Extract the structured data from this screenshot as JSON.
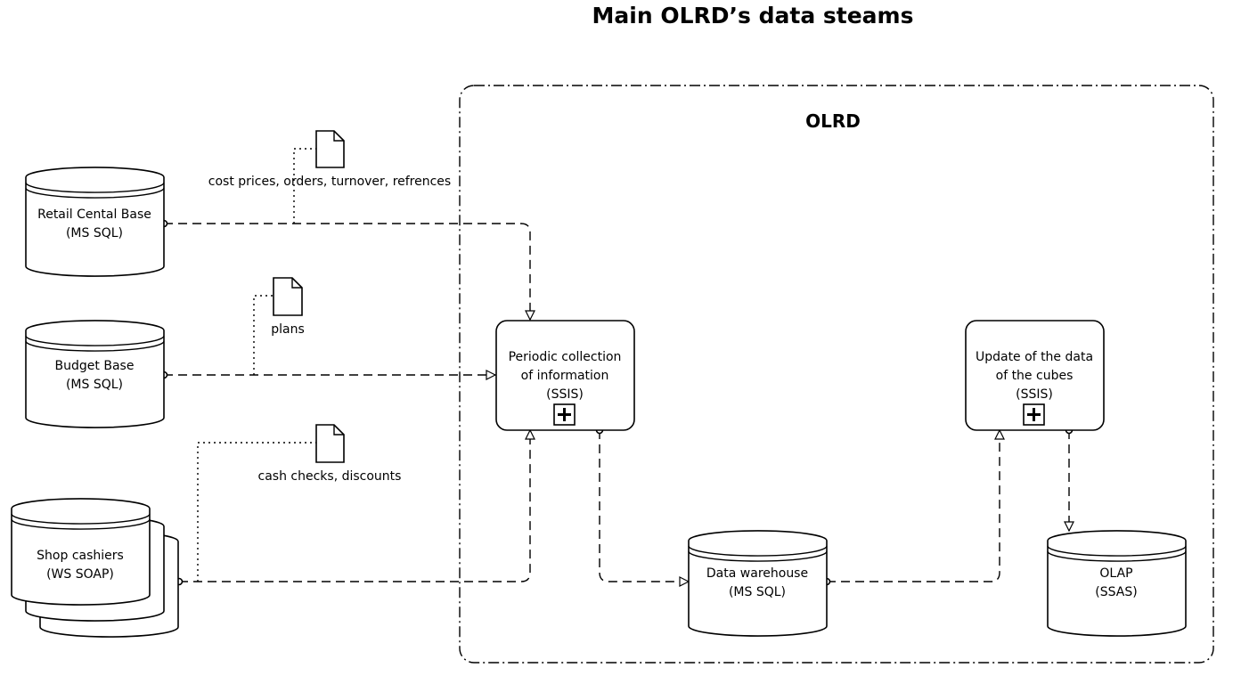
{
  "title": "Main OLRD’s data steams",
  "group": {
    "label": "OLRD"
  },
  "databases": {
    "retail": {
      "line1": "Retail Cental Base",
      "line2": "(MS SQL)"
    },
    "budget": {
      "line1": "Budget Base",
      "line2": "(MS SQL)"
    },
    "cashiers": {
      "line1": "Shop cashiers",
      "line2": "(WS SOAP)"
    },
    "warehouse": {
      "line1": "Data warehouse",
      "line2": "(MS SQL)"
    },
    "olap": {
      "line1": "OLAP",
      "line2": "(SSAS)"
    }
  },
  "processes": {
    "collection": {
      "line1": "Periodic collection",
      "line2": "of information",
      "line3": "(SSIS)"
    },
    "update": {
      "line1": "Update of the data",
      "line2": "of the cubes",
      "line3": "(SSIS)"
    }
  },
  "documents": {
    "retail_doc": {
      "label": "cost prices, orders, turnover, refrences"
    },
    "budget_doc": {
      "label": "plans"
    },
    "cashier_doc": {
      "label": "cash checks, discounts"
    }
  },
  "icons": {
    "subprocess_marker": "plus-icon",
    "data_object": "document-icon",
    "data_store": "database-cylinder-icon"
  }
}
